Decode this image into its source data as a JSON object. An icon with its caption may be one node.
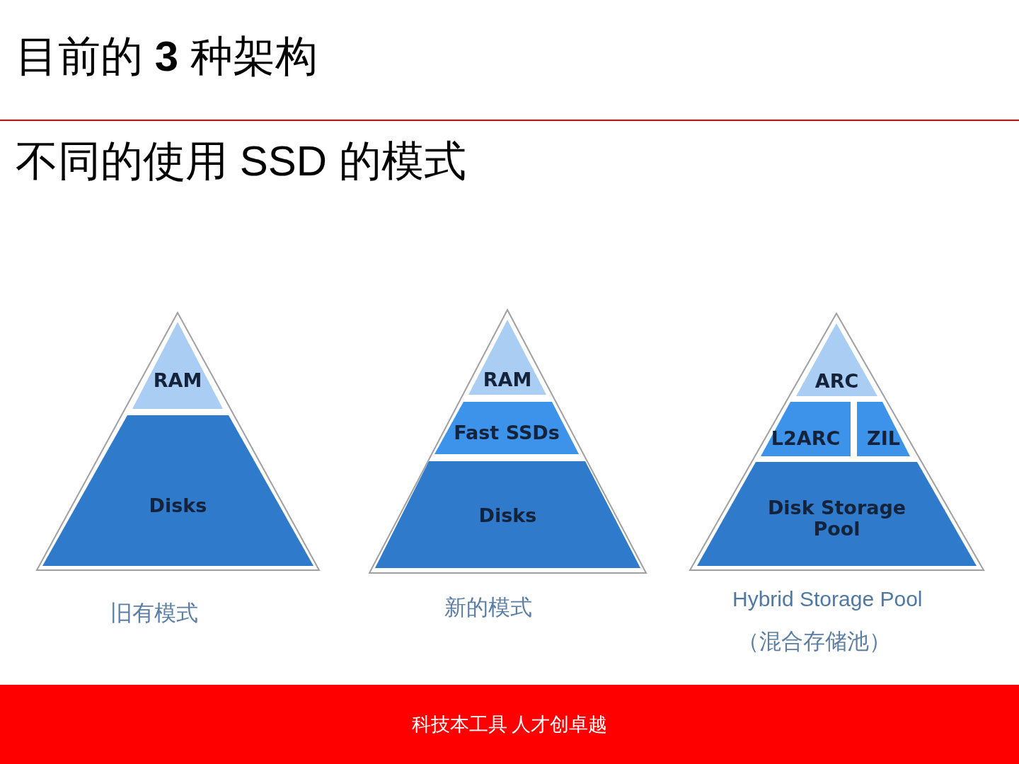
{
  "diagram": {
    "title": "目前的 **3** 种架构",
    "nodes": [
      {
        "text": [
          "RAM"
        ]
      },
      {
        "text": [
          "Disks"
        ]
      },
      {
        "text": [
          "RAM"
        ]
      },
      {
        "text": [
          "Fast SSDs"
        ]
      },
      {
        "text": [
          "Disks"
        ]
      },
      {
        "text": [
          "ARC"
        ]
      },
      {
        "text": [
          "L2ARC"
        ]
      },
      {
        "text": [
          "ZIL"
        ]
      },
      {
        "text": [
          "Disk Storage Pool"
        ]
      }
    ],
    "labels": [
      "不同的使用 SSD 的模式",
      "旧有模式",
      "新的模式",
      "Hybrid Storage Pool",
      "（混合存储池）",
      "科技本工具 人才创卓越"
    ]
  }
}
